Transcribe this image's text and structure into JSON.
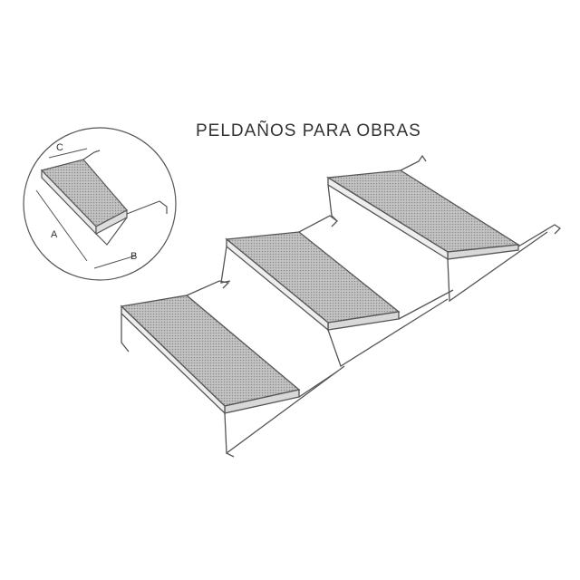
{
  "title": "PELDAÑOS PARA OBRAS",
  "inset": {
    "labels": {
      "a": "A",
      "b": "B",
      "c": "C"
    }
  },
  "colors": {
    "line": "#555555",
    "tread_fill": "#b9b9b9",
    "tread_dark": "#8f8f8f"
  }
}
